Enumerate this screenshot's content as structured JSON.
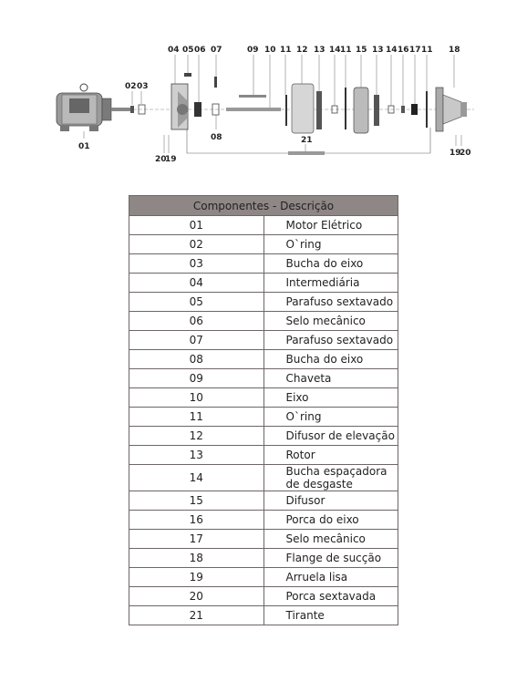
{
  "diagram": {
    "labels": [
      "01",
      "02",
      "03",
      "04",
      "05",
      "06",
      "07",
      "08",
      "09",
      "10",
      "11",
      "12",
      "13",
      "14",
      "11",
      "15",
      "13",
      "14",
      "16",
      "17",
      "11",
      "18",
      "20",
      "19",
      "19",
      "20",
      "21"
    ]
  },
  "table": {
    "header": "Componentes - Descrição",
    "rows": [
      {
        "code": "01",
        "desc": "Motor Elétrico"
      },
      {
        "code": "02",
        "desc": "O`ring"
      },
      {
        "code": "03",
        "desc": "Bucha do eixo"
      },
      {
        "code": "04",
        "desc": "Intermediária"
      },
      {
        "code": "05",
        "desc": "Parafuso sextavado"
      },
      {
        "code": "06",
        "desc": "Selo mecânico"
      },
      {
        "code": "07",
        "desc": "Parafuso sextavado"
      },
      {
        "code": "08",
        "desc": "Bucha do eixo"
      },
      {
        "code": "09",
        "desc": "Chaveta"
      },
      {
        "code": "10",
        "desc": "Eixo"
      },
      {
        "code": "11",
        "desc": "O`ring"
      },
      {
        "code": "12",
        "desc": "Difusor de elevação"
      },
      {
        "code": "13",
        "desc": "Rotor"
      },
      {
        "code": "14",
        "desc": "Bucha espaçadora de desgaste"
      },
      {
        "code": "15",
        "desc": "Difusor"
      },
      {
        "code": "16",
        "desc": "Porca do eixo"
      },
      {
        "code": "17",
        "desc": "Selo mecânico"
      },
      {
        "code": "18",
        "desc": "Flange de sucção"
      },
      {
        "code": "19",
        "desc": "Arruela lisa"
      },
      {
        "code": "20",
        "desc": "Porca sextavada"
      },
      {
        "code": "21",
        "desc": "Tirante"
      }
    ]
  }
}
